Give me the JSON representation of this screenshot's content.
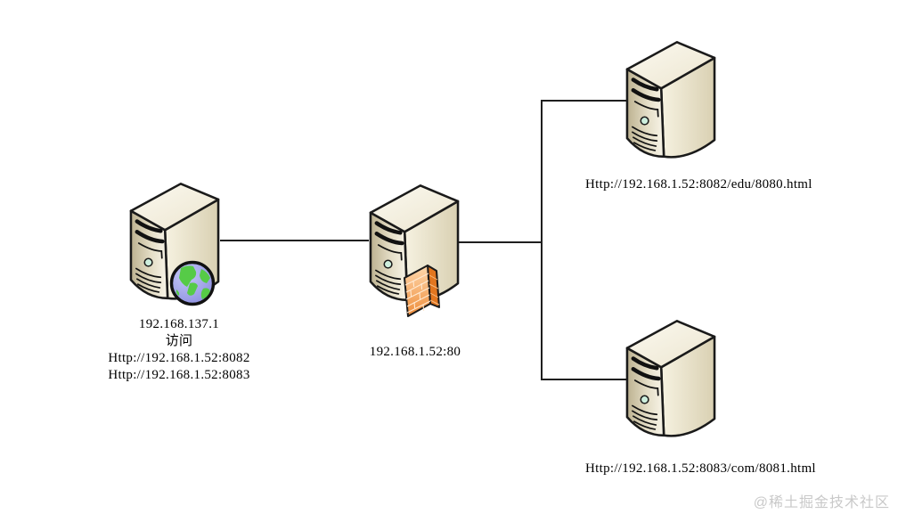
{
  "diagram": {
    "nodes": {
      "client": {
        "label_lines": [
          "192.168.137.1",
          "访问",
          "Http://192.168.1.52:8082",
          "Http://192.168.1.52:8083"
        ]
      },
      "proxy": {
        "label": "192.168.1.52:80"
      },
      "server_top": {
        "label": "Http://192.168.1.52:8082/edu/8080.html"
      },
      "server_bottom": {
        "label": "Http://192.168.1.52:8083/com/8081.html"
      }
    },
    "icons": {
      "client": "server-tower-with-globe",
      "proxy": "server-tower-with-firewall",
      "server_top": "server-tower",
      "server_bottom": "server-tower"
    },
    "colors": {
      "background": "#ffffff",
      "connector_line": "#1f1f1f",
      "server_outline": "#1a1a1a",
      "server_body_light": "#f6f2e3",
      "server_body_dark": "#bcb190",
      "server_side": "#ddd4b6",
      "led_green": "#cdeedd",
      "globe_ocean": "#9295e6",
      "globe_land": "#56cb47",
      "firewall_orange": "#ee8c3a",
      "text": "#000000",
      "watermark_gray": "#c9c9c9"
    }
  },
  "watermark": "@稀土掘金技术社区"
}
